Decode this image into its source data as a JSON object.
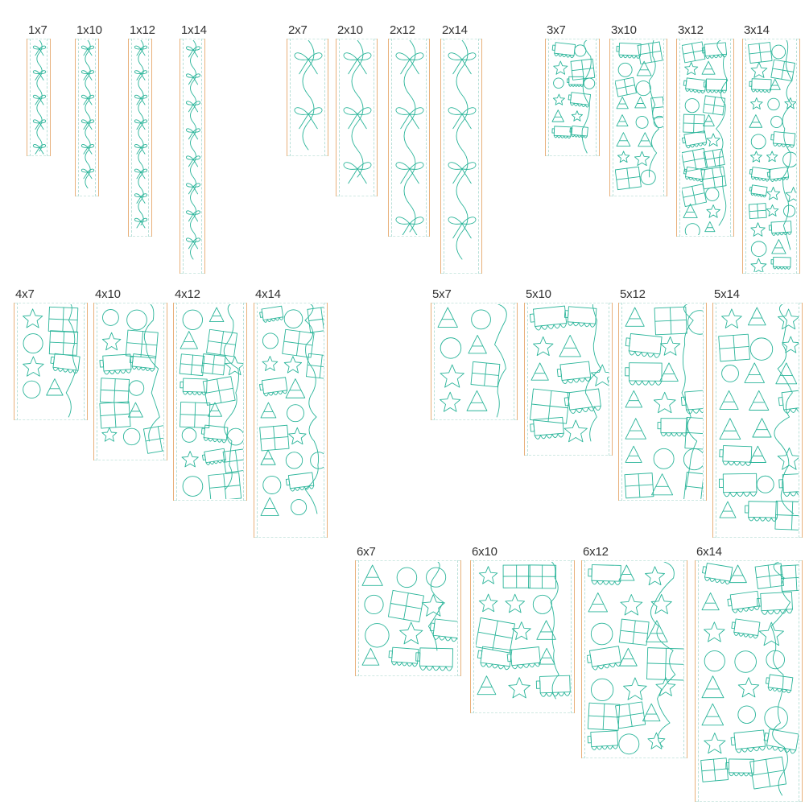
{
  "accent_color": "#2bb59a",
  "border_color": "#e8b07a",
  "designs": [
    {
      "label": "1x7",
      "motif": "ribbon-bow-icon"
    },
    {
      "label": "1x10",
      "motif": "ribbon-bow-icon"
    },
    {
      "label": "1x12",
      "motif": "ribbon-bow-icon"
    },
    {
      "label": "1x14",
      "motif": "ribbon-bow-icon"
    },
    {
      "label": "2x7",
      "motif": "ribbon-bow-icon"
    },
    {
      "label": "2x10",
      "motif": "ribbon-bow-icon"
    },
    {
      "label": "2x12",
      "motif": "ribbon-bow-icon"
    },
    {
      "label": "2x14",
      "motif": "ribbon-bow-icon"
    },
    {
      "label": "3x7",
      "motif": "party-pattern-icon"
    },
    {
      "label": "3x10",
      "motif": "party-pattern-icon"
    },
    {
      "label": "3x12",
      "motif": "party-pattern-icon"
    },
    {
      "label": "3x14",
      "motif": "party-pattern-icon"
    },
    {
      "label": "4x7",
      "motif": "party-pattern-icon"
    },
    {
      "label": "4x10",
      "motif": "party-pattern-icon"
    },
    {
      "label": "4x12",
      "motif": "party-pattern-icon"
    },
    {
      "label": "4x14",
      "motif": "party-pattern-icon"
    },
    {
      "label": "5x7",
      "motif": "party-pattern-icon"
    },
    {
      "label": "5x10",
      "motif": "party-pattern-icon"
    },
    {
      "label": "5x12",
      "motif": "party-pattern-icon"
    },
    {
      "label": "5x14",
      "motif": "party-pattern-icon"
    },
    {
      "label": "6x7",
      "motif": "party-pattern-icon"
    },
    {
      "label": "6x10",
      "motif": "party-pattern-icon"
    },
    {
      "label": "6x12",
      "motif": "party-pattern-icon"
    },
    {
      "label": "6x14",
      "motif": "party-pattern-icon"
    }
  ]
}
